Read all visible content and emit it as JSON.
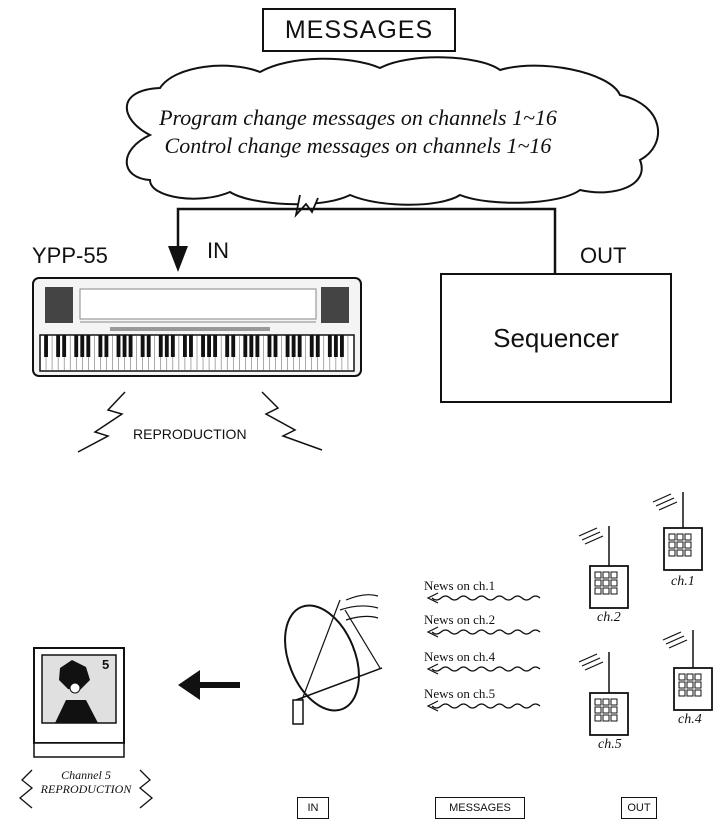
{
  "title": "MESSAGES",
  "bubble": {
    "line1": "Program change messages on channels 1~16",
    "line2": "Control change messages on channels 1~16"
  },
  "upper": {
    "device_label": "YPP-55",
    "in_label": "IN",
    "out_label": "OUT",
    "sequencer_label": "Sequencer",
    "reproduction_label": "REPRODUCTION"
  },
  "lower": {
    "news": [
      "News on ch.1",
      "News on ch.2",
      "News on ch.4",
      "News on ch.5"
    ],
    "towers": [
      "ch.1",
      "ch.2",
      "ch.4",
      "ch.5"
    ],
    "tv_channel_number": "5",
    "tv_caption_line1": "Channel 5",
    "tv_caption_line2": "REPRODUCTION",
    "legend": {
      "in": "IN",
      "messages": "MESSAGES",
      "out": "OUT"
    }
  }
}
